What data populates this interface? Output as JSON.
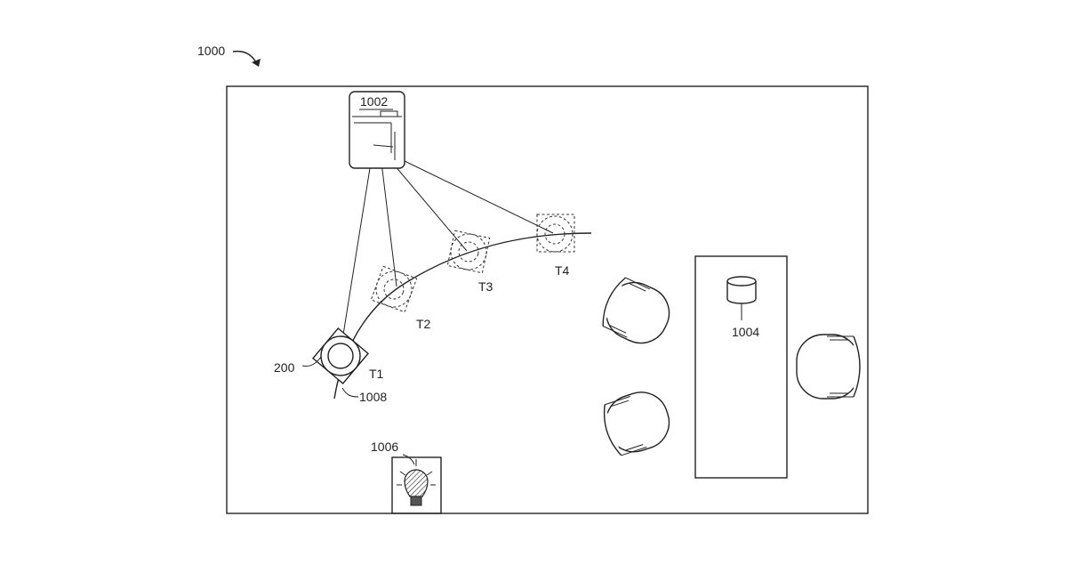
{
  "figure_label": "1000",
  "device_label": "1002",
  "object_label": "1004",
  "light_label": "1006",
  "path_label": "1008",
  "robot_label": "200",
  "positions": [
    "T1",
    "T2",
    "T3",
    "T4"
  ],
  "icons": {
    "robot": "robot-device-icon",
    "camera": "camera-device-icon",
    "bulb": "light-bulb-icon",
    "chair": "chair-icon",
    "object": "cylinder-object-icon"
  }
}
